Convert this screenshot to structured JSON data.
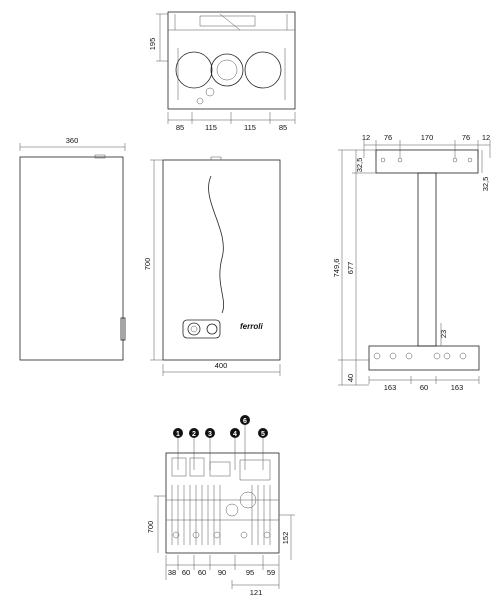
{
  "top_view": {
    "depth": "195",
    "widths": [
      "85",
      "115",
      "115",
      "85"
    ]
  },
  "side_view": {
    "depth": "360"
  },
  "front_view": {
    "height": "700",
    "width": "400",
    "brand": "ferroli"
  },
  "bracket": {
    "top": [
      "12",
      "76",
      "170",
      "76",
      "12"
    ],
    "left_offsets": [
      "32,5",
      "749,6",
      "677",
      "40"
    ],
    "right_offsets": [
      "32,5",
      "23"
    ],
    "bottom": [
      "163",
      "60",
      "163"
    ]
  },
  "bottom_view": {
    "badges": [
      "1",
      "2",
      "3",
      "4",
      "5",
      "6"
    ],
    "height": "700",
    "right_offset": "152",
    "widths": [
      "38",
      "60",
      "60",
      "90",
      "95",
      "59"
    ],
    "lower": "121"
  }
}
